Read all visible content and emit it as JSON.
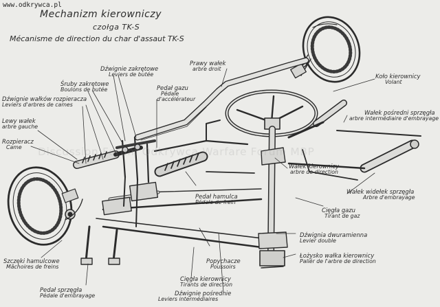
{
  "site": "www.odkrywca.pl",
  "title": {
    "line1": "Mechanizm kierowniczy",
    "line2": "czołga TK-S",
    "subtitle": "Mécanisme de direction du char d'assaut TK-S"
  },
  "watermark": "Discussion Forum Odkrywca Warfare Forum MBP",
  "labels": {
    "dzwignie_zakretne": {
      "pl": "Dźwignie zakrętowe",
      "fr": "Leviers de butée"
    },
    "sruby_zakretne": {
      "pl": "Śruby zakrętowe",
      "fr": "Boulons de butée"
    },
    "dzwignie_walkow": {
      "pl": "Dźwignie wałków rozpieracza",
      "fr": "Leviers d'arbres de cames"
    },
    "lewy_walek": {
      "pl": "Lewy wałek",
      "fr": "arbre gauche"
    },
    "rozpieracz": {
      "pl": "Rozpieracz",
      "fr": "Came"
    },
    "pedal_gazu": {
      "pl": "Pedał gazu",
      "fr1": "Pédale",
      "fr2": "d'accélérateur"
    },
    "prawy_walek": {
      "pl": "Prawy wałek",
      "fr": "arbre droit"
    },
    "kolo_kierownicy": {
      "pl": "Koło kierownicy",
      "fr": "Volant"
    },
    "walek_posredni": {
      "pl": "Wałek pośredni sprzęgła",
      "fr": "arbre intermédiaire d'embrayage"
    },
    "walek_kierownicy": {
      "pl": "Wałek kierownicy",
      "fr": "arbre de direction"
    },
    "walek_widelek": {
      "pl": "Wałek widełek sprzęgła",
      "fr": "Arbre d'embrayage"
    },
    "pedal_hamulca": {
      "pl": "Pedał hamulca",
      "fr": "Pédale de frein"
    },
    "ciegla_gazu": {
      "pl": "Cięgła gazu",
      "fr": "Tirant de gaz"
    },
    "dzwignia_dwuramienna": {
      "pl": "Dźwignia dwuramienna",
      "fr": "Levier double"
    },
    "lozysko_walka": {
      "pl": "Łożysko wałka kierownicy",
      "fr": "Paliér de l'arbre de direction"
    },
    "szczeki": {
      "pl": "Szczęki hamulcowe",
      "fr": "Mâchoires de freins"
    },
    "popychacze": {
      "pl": "Popychacze",
      "fr": "Poussoirs"
    },
    "ciegla_kierownicy": {
      "pl": "Cięgła kierownicy",
      "fr": "Tirants de direction"
    },
    "pedal_sprzegla": {
      "pl": "Pedał sprzęgła",
      "fr": "Pédale d'embrayage"
    },
    "dzwignie_posrednie": {
      "pl": "Dźwignie pośrednie",
      "fr": "Leviers intermédiaires"
    }
  }
}
